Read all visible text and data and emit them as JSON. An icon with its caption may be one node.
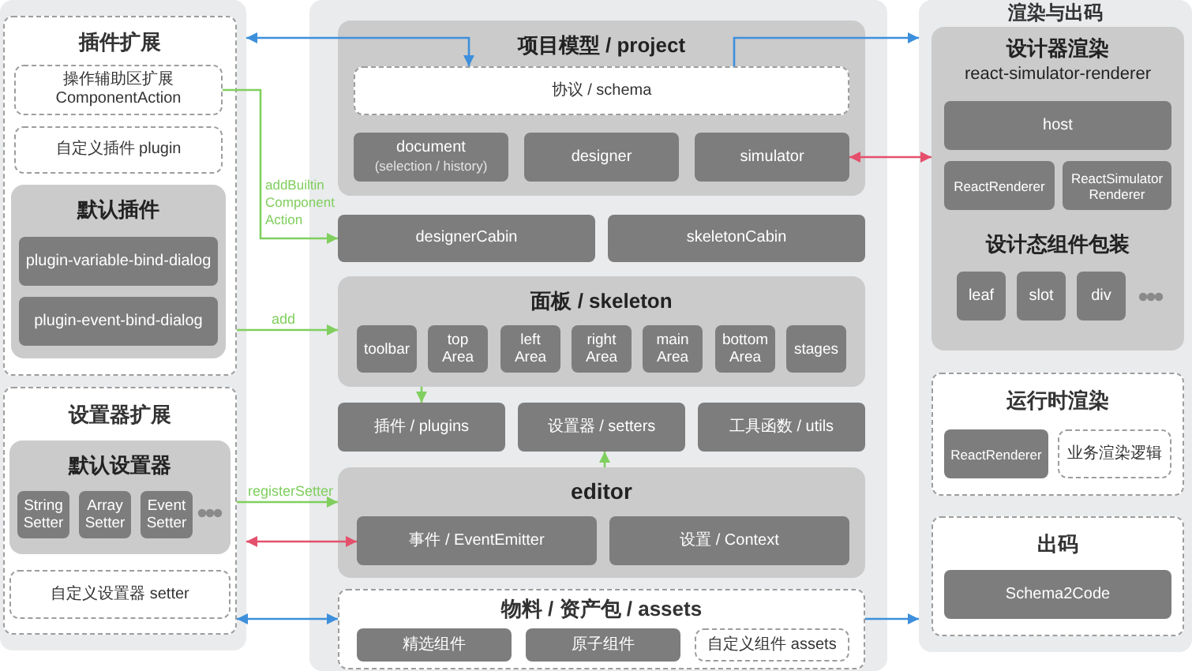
{
  "diagram": {
    "nodes": [
      {
        "text": [],
        "shape": "box"
      },
      {
        "text": [
          "插件扩展"
        ],
        "in": 0
      },
      {
        "text": [
          "操作辅助区扩展 ComponentAction"
        ],
        "in": 1
      },
      {
        "text": [
          "自定义插件 plugin"
        ],
        "in": 1
      },
      {
        "text": [
          "默认插件"
        ],
        "in": 1
      },
      {
        "text": [
          "plugin-variable-bind-dialog"
        ],
        "in": 4
      },
      {
        "text": [
          "plugin-event-bind-dialog"
        ],
        "in": 4
      },
      {
        "text": [
          "设置器扩展"
        ],
        "in": 0
      },
      {
        "text": [
          "默认设置器"
        ],
        "in": 7
      },
      {
        "text": [
          "String Setter"
        ],
        "in": 8
      },
      {
        "text": [
          "Array Setter"
        ],
        "in": 8
      },
      {
        "text": [
          "Event Setter"
        ],
        "in": 8
      },
      {
        "text": [
          "自定义设置器 setter"
        ],
        "in": 7
      },
      {
        "text": [],
        "shape": "box"
      },
      {
        "text": [
          "项目模型 / project"
        ],
        "in": 13
      },
      {
        "text": [
          "协议 / schema"
        ],
        "in": 14
      },
      {
        "text": [
          "document",
          "(selection / history)"
        ],
        "in": 14
      },
      {
        "text": [
          "designer"
        ],
        "in": 14
      },
      {
        "text": [
          "simulator"
        ],
        "in": 14
      },
      {
        "text": [
          "designerCabin"
        ],
        "in": 13
      },
      {
        "text": [
          "skeletonCabin"
        ],
        "in": 13
      },
      {
        "text": [
          "面板 / skeleton"
        ],
        "in": 13
      },
      {
        "text": [
          "toolbar"
        ],
        "in": 21
      },
      {
        "text": [
          "top Area"
        ],
        "in": 21
      },
      {
        "text": [
          "left Area"
        ],
        "in": 21
      },
      {
        "text": [
          "right Area"
        ],
        "in": 21
      },
      {
        "text": [
          "main Area"
        ],
        "in": 21
      },
      {
        "text": [
          "bottom Area"
        ],
        "in": 21
      },
      {
        "text": [
          "stages"
        ],
        "in": 21
      },
      {
        "text": [
          "插件 / plugins"
        ],
        "in": 13
      },
      {
        "text": [
          "设置器 / setters"
        ],
        "in": 13
      },
      {
        "text": [
          "工具函数 / utils"
        ],
        "in": 13
      },
      {
        "text": [
          "editor"
        ],
        "in": 13
      },
      {
        "text": [
          "事件 / EventEmitter"
        ],
        "in": 32
      },
      {
        "text": [
          "设置 / Context"
        ],
        "in": 32
      },
      {
        "text": [
          "物料 / 资产包 / assets"
        ],
        "in": 13
      },
      {
        "text": [
          "精选组件"
        ],
        "in": 35
      },
      {
        "text": [
          "原子组件"
        ],
        "in": 35
      },
      {
        "text": [
          "自定义组件 assets"
        ],
        "in": 35
      },
      {
        "text": [
          "渲染与出码"
        ]
      },
      {
        "text": [
          "设计器渲染",
          "react-simulator-renderer"
        ],
        "in": 39
      },
      {
        "text": [
          "host"
        ],
        "in": 40
      },
      {
        "text": [
          "ReactRenderer"
        ],
        "in": 40
      },
      {
        "text": [
          "ReactSimulator Renderer"
        ],
        "in": 40
      },
      {
        "text": [
          "设计态组件包装"
        ],
        "in": 40
      },
      {
        "text": [
          "leaf"
        ],
        "in": 44
      },
      {
        "text": [
          "slot"
        ],
        "in": 44
      },
      {
        "text": [
          "div"
        ],
        "in": 44
      },
      {
        "text": [
          "运行时渲染"
        ],
        "in": 39
      },
      {
        "text": [
          "ReactRenderer"
        ],
        "in": 48
      },
      {
        "text": [
          "业务渲染逻辑"
        ],
        "in": 48
      },
      {
        "text": [
          "出码"
        ],
        "in": 39
      },
      {
        "text": [
          "Schema2Code"
        ],
        "in": 51
      }
    ],
    "edges": [
      {
        "from": 0,
        "to": 15,
        "arrow": "both",
        "color": "#3d8fdc"
      },
      {
        "from": 15,
        "to": 39,
        "arrow": "to",
        "color": "#3d8fdc"
      },
      {
        "from": 18,
        "to": 40,
        "arrow": "both",
        "color": "#e4506c"
      },
      {
        "from": 2,
        "to": 19,
        "arrow": "to",
        "label": "addBuiltin Component Action"
      },
      {
        "from": 1,
        "to": 21,
        "arrow": "to",
        "label": "add"
      },
      {
        "from": 21,
        "to": 29,
        "arrow": "to"
      },
      {
        "from": 32,
        "to": 30,
        "arrow": "to"
      },
      {
        "from": 7,
        "to": 32,
        "arrow": "to",
        "label": "registerSetter"
      },
      {
        "from": 0,
        "to": 33,
        "arrow": "both",
        "color": "#e4506c"
      },
      {
        "from": 7,
        "to": 35,
        "arrow": "both",
        "color": "#3d8fdc"
      },
      {
        "from": 35,
        "to": 39,
        "arrow": "to",
        "color": "#3d8fdc"
      }
    ]
  }
}
